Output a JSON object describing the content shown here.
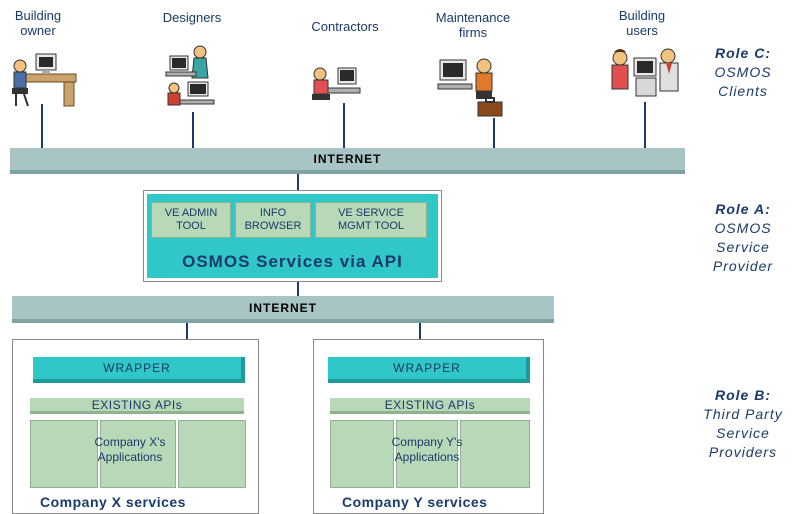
{
  "clients": [
    {
      "label": "Building\nowner",
      "icon": "person-at-desk-computer-icon"
    },
    {
      "label": "Designers",
      "icon": "designers-at-computers-icon"
    },
    {
      "label": "Contractors",
      "icon": "person-at-computer-icon"
    },
    {
      "label": "Maintenance\nfirms",
      "icon": "person-at-computer-with-toolbox-icon"
    },
    {
      "label": "Building\nusers",
      "icon": "two-people-at-computer-icon"
    }
  ],
  "internet_top": "INTERNET",
  "internet_bottom": "INTERNET",
  "osmos": {
    "tools": [
      "VE ADMIN\nTOOL",
      "INFO\nBROWSER",
      "VE SERVICE\nMGMT TOOL"
    ],
    "title": "OSMOS Services via API"
  },
  "companies": [
    {
      "wrapper": "WRAPPER",
      "existing": "EXISTING APIs",
      "applications": "Company X's\nApplications",
      "title": "Company X services"
    },
    {
      "wrapper": "WRAPPER",
      "existing": "EXISTING APIs",
      "applications": "Company Y's\nApplications",
      "title": "Company Y services"
    }
  ],
  "roles": [
    {
      "title": "Role C:",
      "text": "OSMOS\nClients"
    },
    {
      "title": "Role A:",
      "text": "OSMOS\nService\nProvider"
    },
    {
      "title": "Role B:",
      "text": "Third Party\nService\nProviders"
    }
  ],
  "colors": {
    "internet": "#a8c4c4",
    "cyan": "#2fc7c7",
    "green": "#b8d8b8",
    "text": "#1a3a6b"
  }
}
